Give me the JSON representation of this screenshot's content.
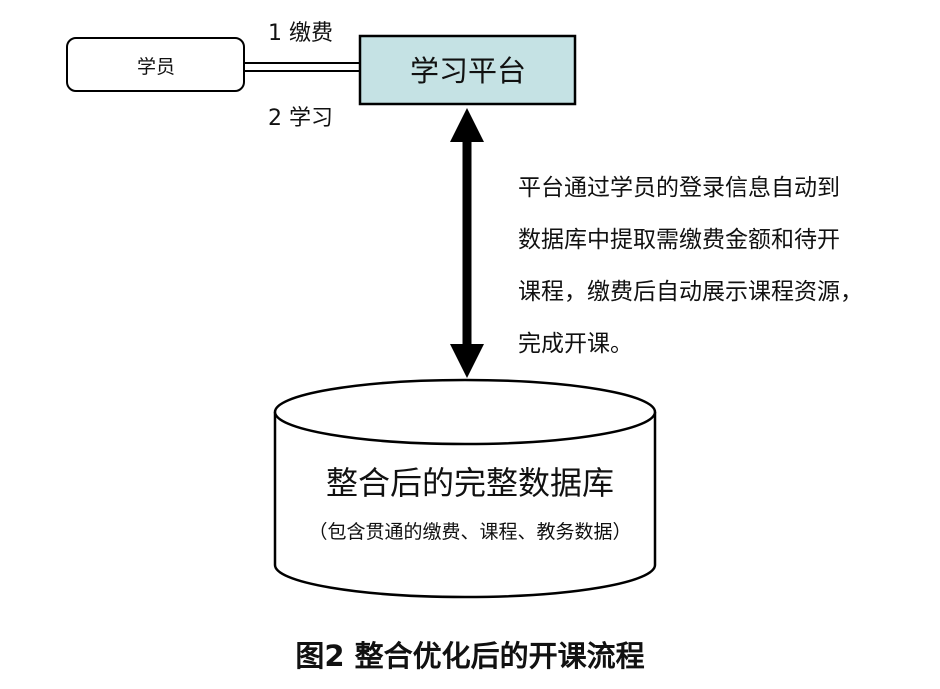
{
  "student": {
    "label": "学员"
  },
  "platform": {
    "label": "学习平台"
  },
  "connectors": {
    "pay_label": "1 缴费",
    "learn_label": "2 学习"
  },
  "description": {
    "lines": [
      "平台通过学员的登录信息自动到",
      "数据库中提取需缴费金额和待开",
      "课程，缴费后自动展示课程资源，",
      "完成开课。"
    ]
  },
  "database": {
    "title": "整合后的完整数据库",
    "subtitle": "（包含贯通的缴费、课程、教务数据）"
  },
  "caption": "图2  整合优化后的开课流程",
  "colors": {
    "platform_fill": "#c5e2e4",
    "stroke": "#000000",
    "background": "#ffffff"
  }
}
